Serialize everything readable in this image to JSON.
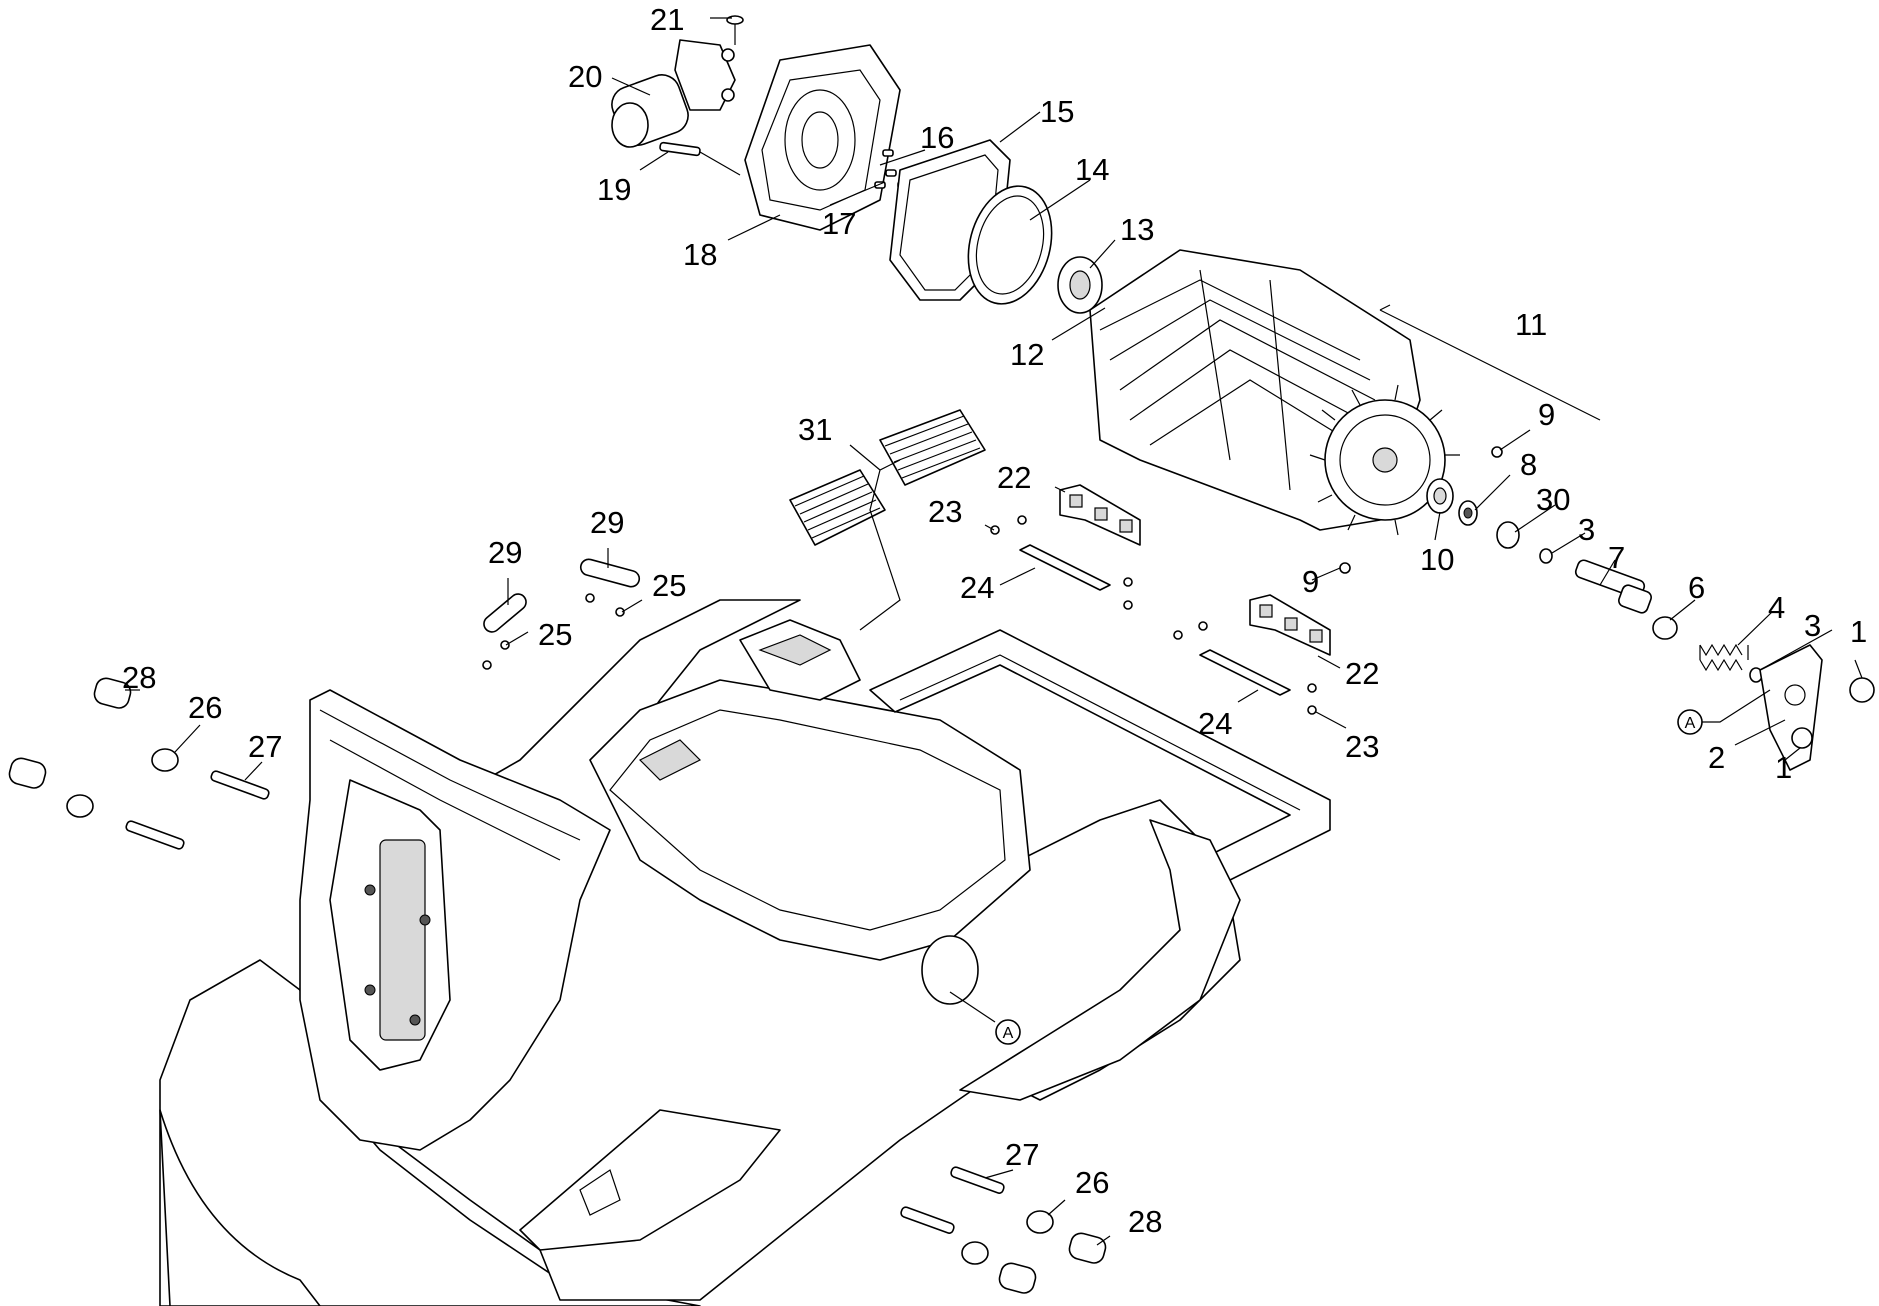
{
  "diagram": {
    "callouts": [
      {
        "id": "c1a",
        "label": "1"
      },
      {
        "id": "c1b",
        "label": "1"
      },
      {
        "id": "c2",
        "label": "2"
      },
      {
        "id": "c3a",
        "label": "3"
      },
      {
        "id": "c3b",
        "label": "3"
      },
      {
        "id": "c4",
        "label": "4"
      },
      {
        "id": "c6",
        "label": "6"
      },
      {
        "id": "c7",
        "label": "7"
      },
      {
        "id": "c8",
        "label": "8"
      },
      {
        "id": "c9a",
        "label": "9"
      },
      {
        "id": "c9b",
        "label": "9"
      },
      {
        "id": "c10",
        "label": "10"
      },
      {
        "id": "c11",
        "label": "11"
      },
      {
        "id": "c12",
        "label": "12"
      },
      {
        "id": "c13",
        "label": "13"
      },
      {
        "id": "c14",
        "label": "14"
      },
      {
        "id": "c15",
        "label": "15"
      },
      {
        "id": "c16",
        "label": "16"
      },
      {
        "id": "c17",
        "label": "17"
      },
      {
        "id": "c18",
        "label": "18"
      },
      {
        "id": "c19",
        "label": "19"
      },
      {
        "id": "c20",
        "label": "20"
      },
      {
        "id": "c21",
        "label": "21"
      },
      {
        "id": "c22a",
        "label": "22"
      },
      {
        "id": "c22b",
        "label": "22"
      },
      {
        "id": "c23a",
        "label": "23"
      },
      {
        "id": "c23b",
        "label": "23"
      },
      {
        "id": "c24a",
        "label": "24"
      },
      {
        "id": "c24b",
        "label": "24"
      },
      {
        "id": "c25a",
        "label": "25"
      },
      {
        "id": "c25b",
        "label": "25"
      },
      {
        "id": "c26a",
        "label": "26"
      },
      {
        "id": "c26b",
        "label": "26"
      },
      {
        "id": "c27a",
        "label": "27"
      },
      {
        "id": "c27b",
        "label": "27"
      },
      {
        "id": "c28a",
        "label": "28"
      },
      {
        "id": "c28b",
        "label": "28"
      },
      {
        "id": "c29a",
        "label": "29"
      },
      {
        "id": "c29b",
        "label": "29"
      },
      {
        "id": "c30",
        "label": "30"
      },
      {
        "id": "c31",
        "label": "31"
      }
    ],
    "reference_marks": [
      {
        "id": "refA1",
        "label": "A"
      },
      {
        "id": "refA2",
        "label": "A"
      }
    ]
  }
}
